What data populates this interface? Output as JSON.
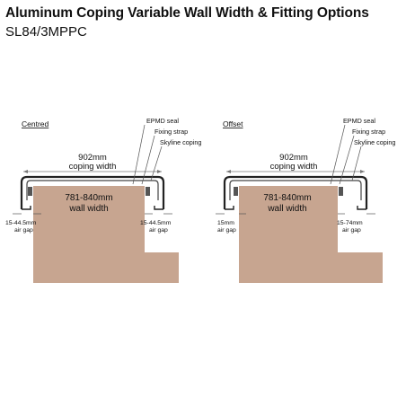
{
  "header": {
    "title": "Aluminum Coping Variable Wall Width & Fitting Options",
    "code": "SL84/3MPPC"
  },
  "colors": {
    "wall": "#c7a590",
    "coping": "#ffffff",
    "outline": "#222222",
    "seal": "#555555"
  },
  "panels": [
    {
      "heading": "Centred",
      "callouts": {
        "seal": "EPMD seal",
        "strap": "Fixing strap",
        "coping": "Skyline coping"
      },
      "coping_width": {
        "value": "902mm",
        "caption": "coping width"
      },
      "wall_width": {
        "value": "781-840mm",
        "caption": "wall width"
      },
      "left_gap": {
        "value": "15-44.5mm",
        "caption": "air gap"
      },
      "right_gap": {
        "value": "15-44.5mm",
        "caption": "air gap"
      }
    },
    {
      "heading": "Offset",
      "callouts": {
        "seal": "EPMD seal",
        "strap": "Fixing strap",
        "coping": "Skyline coping"
      },
      "coping_width": {
        "value": "902mm",
        "caption": "coping width"
      },
      "wall_width": {
        "value": "781-840mm",
        "caption": "wall width"
      },
      "left_gap": {
        "value": "15mm",
        "caption": "air gap"
      },
      "right_gap": {
        "value": "15-74mm",
        "caption": "air gap"
      }
    }
  ]
}
